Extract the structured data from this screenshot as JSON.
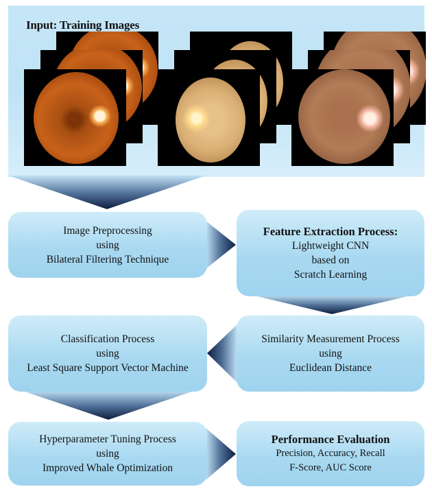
{
  "input": {
    "title": "Input: Training Images"
  },
  "steps": [
    {
      "heading": "",
      "lines": [
        "Image Preprocessing",
        "using",
        "Bilateral Filtering Technique"
      ]
    },
    {
      "heading": "Feature Extraction Process:",
      "lines": [
        "Lightweight CNN",
        "based on",
        "Scratch Learning"
      ]
    },
    {
      "heading": "",
      "lines": [
        "Similarity Measurement Process",
        "using",
        "Euclidean Distance"
      ]
    },
    {
      "heading": "",
      "lines": [
        "Classification Process",
        "using",
        "Least Square Support Vector Machine"
      ]
    },
    {
      "heading": "",
      "lines": [
        "Hyperparameter Tuning Process",
        "using",
        "Improved Whale Optimization"
      ]
    },
    {
      "heading": "Performance Evaluation",
      "lines": [
        "Precision, Accuracy, Recall",
        "F-Score, AUC Score"
      ]
    }
  ],
  "colors": {
    "panel": "#c5e6f7",
    "box": "#a9d9f1",
    "arrow_light": "#bfe0f4",
    "arrow_dark": "#0d1d40"
  }
}
